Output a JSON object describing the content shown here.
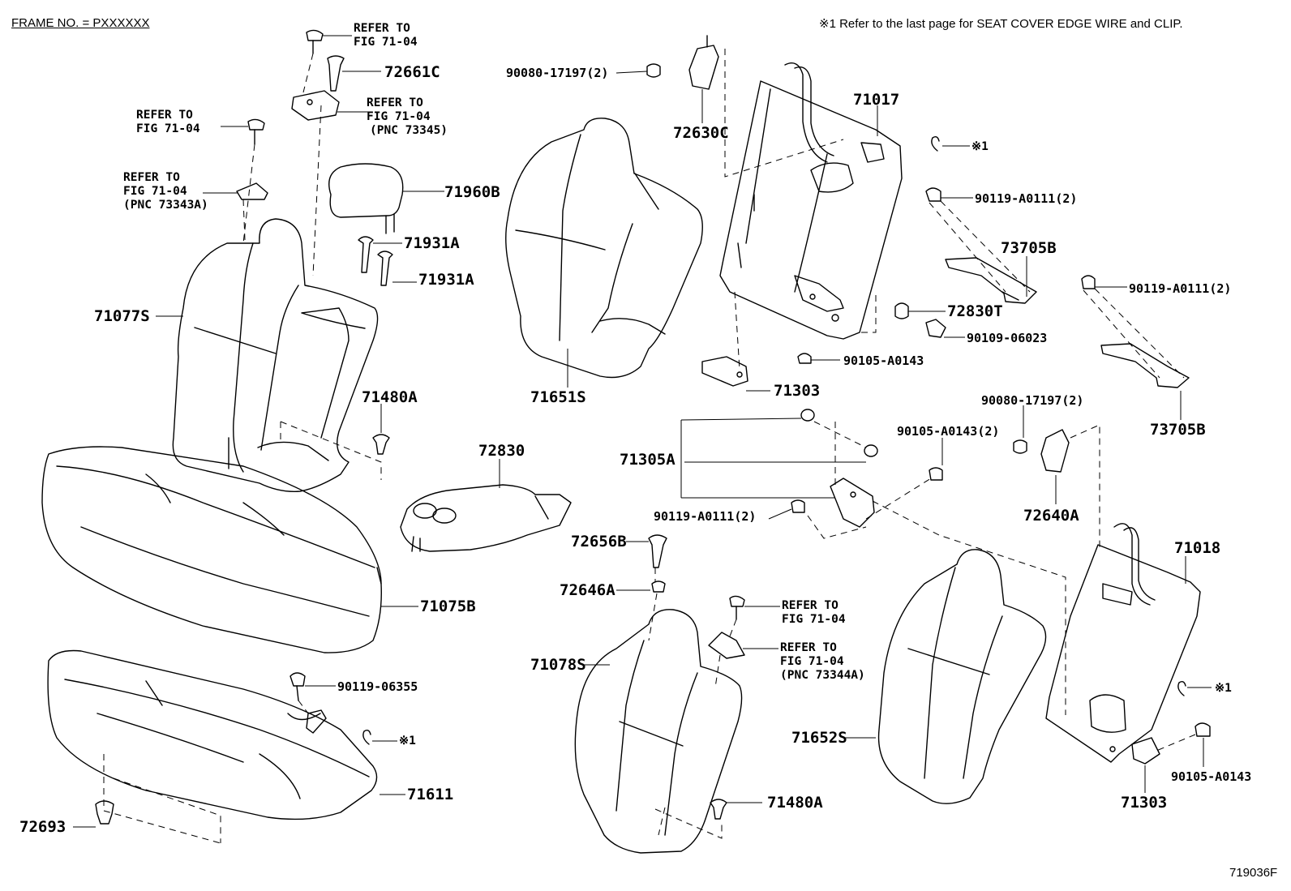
{
  "header": {
    "frame": "FRAME NO. = PXXXXXX",
    "note": "※1 Refer to the last page for SEAT COVER EDGE WIRE and CLIP.",
    "figure_id": "719036F"
  },
  "note_marker": "※1",
  "labels": {
    "refer_a1": "REFER TO",
    "refer_a2": "FIG 71-04",
    "p72661c": "72661C",
    "refer_b1": "REFER TO",
    "refer_b2": "FIG 71-04",
    "refer_b3": "(PNC 73345)",
    "refer_c1": "REFER TO",
    "refer_c2": "FIG 71-04",
    "refer_d1": "REFER TO",
    "refer_d2": "FIG 71-04",
    "refer_d3": "(PNC 73343A)",
    "p71960b": "71960B",
    "p71931a_1": "71931A",
    "p71931a_2": "71931A",
    "p71077s": "71077S",
    "p71480a_1": "71480A",
    "p71075b": "71075B",
    "p90119_06355": "90119-06355",
    "p71611": "71611",
    "p72693": "72693",
    "p90080_a": "90080-17197(2)",
    "p72630c": "72630C",
    "p71651s": "71651S",
    "p72830": "72830",
    "p71017": "71017",
    "p90119_a0111_1": "90119-A0111(2)",
    "p73705b_1": "73705B",
    "p72830t": "72830T",
    "p90109_06023": "90109-06023",
    "p90105_a0143_1": "90105-A0143",
    "p71303_1": "71303",
    "p90119_a0111_2": "90119-A0111(2)",
    "p73705b_2": "73705B",
    "p90080_b": "90080-17197(2)",
    "p90105_a0143_2": "90105-A0143(2)",
    "p71305a": "71305A",
    "p90119_a0111_3": "90119-A0111(2)",
    "p72640a": "72640A",
    "p72656b": "72656B",
    "p72646a": "72646A",
    "refer_e1": "REFER TO",
    "refer_e2": "FIG 71-04",
    "refer_f1": "REFER TO",
    "refer_f2": "FIG 71-04",
    "refer_f3": "(PNC 73344A)",
    "p71078s": "71078S",
    "p71018": "71018",
    "p71652s": "71652S",
    "p71480a_2": "71480A",
    "p90105_a0143_3": "90105-A0143",
    "p71303_2": "71303"
  }
}
